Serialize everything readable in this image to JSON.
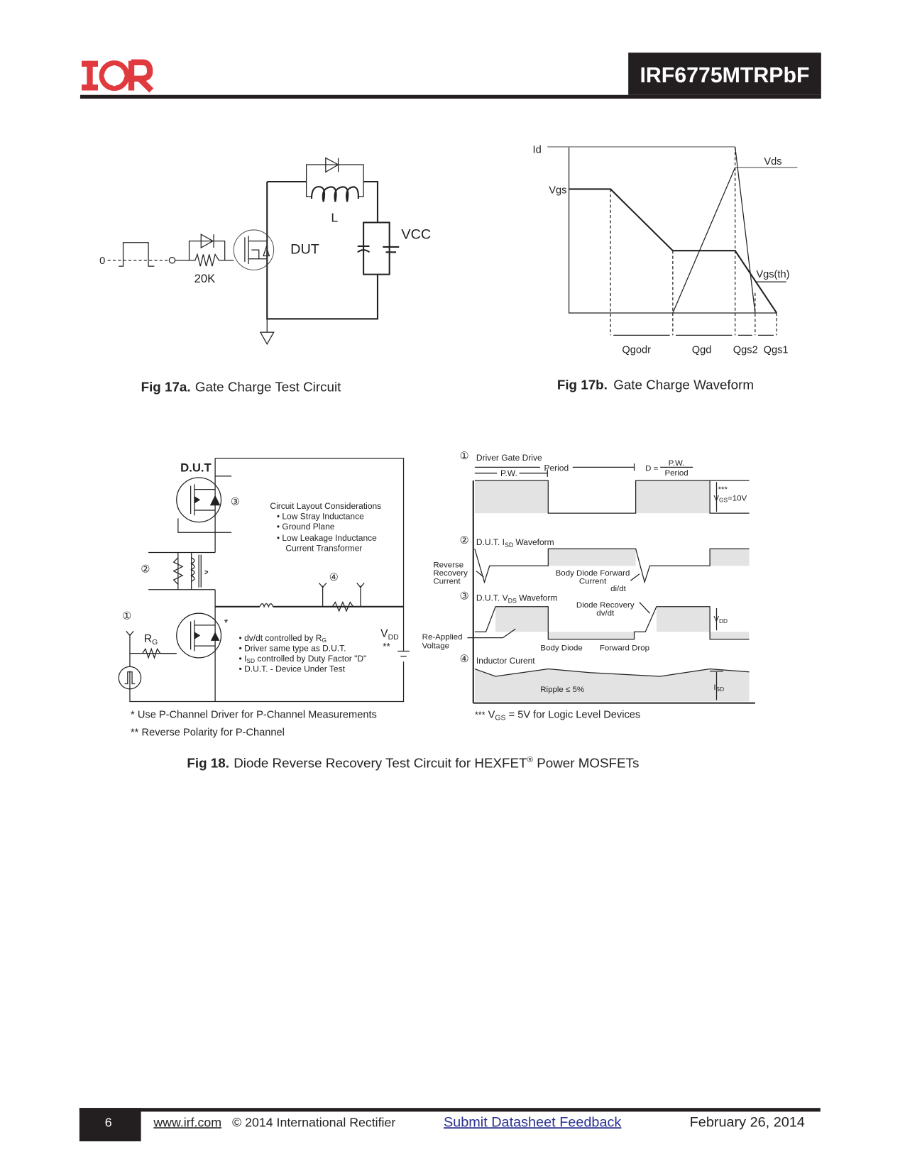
{
  "header": {
    "logo_text": "IOR",
    "part_number": "IRF6775MTRPbF",
    "brand_color": "#e0393e"
  },
  "fig17a": {
    "zero_label": "0",
    "resistor_label": "20K",
    "inductor_label": "L",
    "dut_label": "DUT",
    "vcc_label": "VCC",
    "caption_num": "Fig 17a.",
    "caption_text": "Gate Charge Test Circuit"
  },
  "fig17b": {
    "id_label": "Id",
    "vds_label": "Vds",
    "vgs_label": "Vgs",
    "vgsth_label": "Vgs(th)",
    "intervals": [
      "Qgodr",
      "Qgd",
      "Qgs2",
      "Qgs1"
    ],
    "caption_num": "Fig 17b.",
    "caption_text": "Gate Charge Waveform"
  },
  "fig18": {
    "dut_label": "D.U.T",
    "markers": [
      "①",
      "②",
      "③",
      "④"
    ],
    "rg_label": "R",
    "rg_sub": "G",
    "vdd_label": "V",
    "vdd_sub": "DD",
    "vdd_stars": "**",
    "star": "*",
    "layout_title": "Circuit Layout Considerations",
    "layout_items": [
      "Low Stray Inductance",
      "Ground Plane",
      "Low Leakage Inductance",
      "Current Transformer"
    ],
    "notes": [
      "dv/dt controlled by R",
      "Driver same type as D.U.T.",
      "controlled by Duty Factor \"D\"",
      "D.U.T. - Device Under Test"
    ],
    "note_isd": "I",
    "note_isd_sub": "SD",
    "footnote1": "Use P-Channel Driver for P-Channel Measurements",
    "footnote2": "Reverse Polarity for P-Channel",
    "footnote3": "V",
    "footnote3_sub": "GS",
    "footnote3_rest": "= 5V for Logic Level Devices",
    "footnote3_stars": "***",
    "waveforms": {
      "w1_title": "Driver Gate Drive",
      "period": "Period",
      "pw": "P.W.",
      "d_eq": "D =",
      "d_num": "P.W.",
      "d_den": "Period",
      "vgs10": "V",
      "vgs10_sub": "GS",
      "vgs10_val": "=10V",
      "w2_title": "D.U.T. I",
      "w2_sub": "SD",
      "w2_rest": "Waveform",
      "reverse_recovery": [
        "Reverse",
        "Recovery",
        "Current"
      ],
      "body_diode_fwd": [
        "Body  Diode  Forward",
        "Current"
      ],
      "didt": "di/dt",
      "w3_title": "D.U.T. V",
      "w3_sub": "DS",
      "w3_rest": "Waveform",
      "diode_recovery": [
        "Diode  Recovery",
        "dv/dt"
      ],
      "vdd": "V",
      "vdd_sub": "DD",
      "reapplied": [
        "Re-Applied",
        "Voltage"
      ],
      "body_diode": "Body  Diode",
      "forward_drop": "Forward  Drop",
      "w4_title": "Inductor Curent",
      "ripple": "Ripple  ≤  5%",
      "isd": "I",
      "isd_sub": "SD"
    },
    "caption_num": "Fig 18.",
    "caption_text": "Diode Reverse Recovery Test Circuit for HEXFET",
    "caption_reg": "®",
    "caption_end": " Power MOSFETs"
  },
  "footer": {
    "page_number": "6",
    "website": "www.irf.com",
    "copyright": "© 2014 International Rectifier",
    "feedback_link": "Submit  Datasheet Feedback",
    "date": "February 26, 2014"
  }
}
